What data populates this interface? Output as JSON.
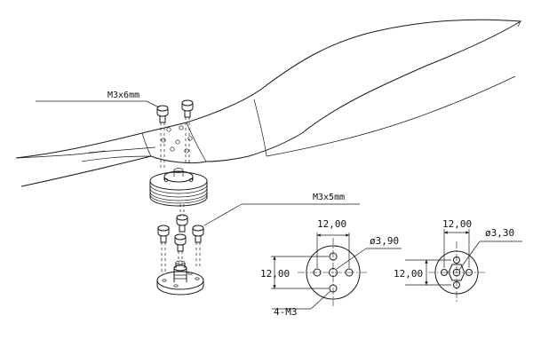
{
  "labels": {
    "screw_top": "M3x6mm",
    "screw_bottom": "M3x5mm",
    "mount_left": {
      "width_dim": "12,00",
      "height_dim": "12,00",
      "hole_dia": "ø3,90",
      "thread": "4-M3"
    },
    "mount_right": {
      "width_dim": "12,00",
      "height_dim": "12,00",
      "hole_dia": "ø3,30"
    }
  }
}
